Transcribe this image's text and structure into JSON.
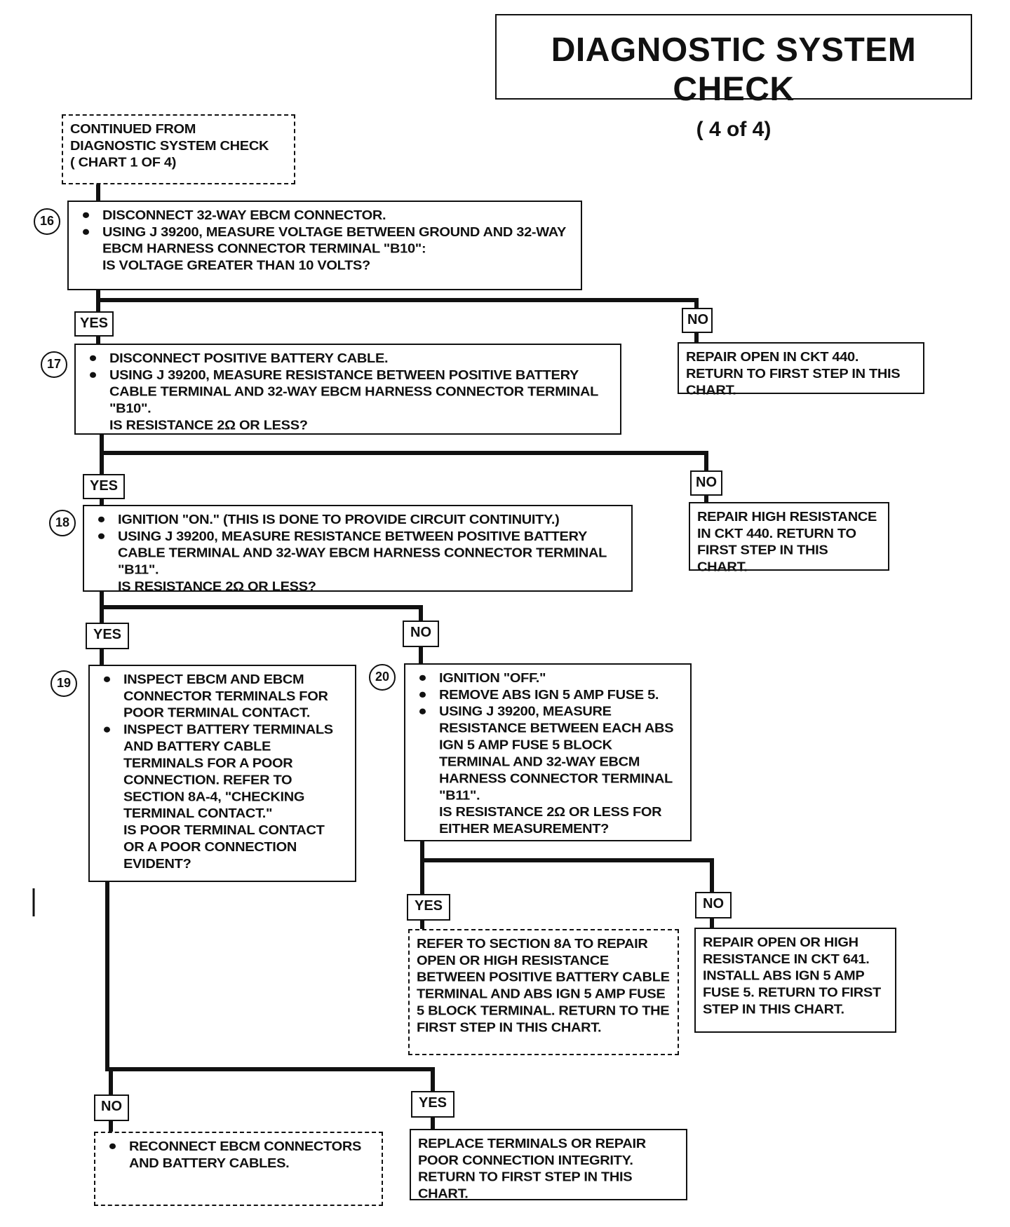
{
  "title": {
    "main": "DIAGNOSTIC SYSTEM CHECK",
    "sub": "( 4 of 4)"
  },
  "continued": {
    "lines": [
      "CONTINUED FROM",
      "DIAGNOSTIC SYSTEM CHECK",
      "( CHART 1 OF 4)"
    ]
  },
  "steps": {
    "s16": {
      "number": "16",
      "bullets": [
        "DISCONNECT 32-WAY EBCM CONNECTOR.",
        "USING J 39200, MEASURE VOLTAGE BETWEEN GROUND AND 32-WAY EBCM HARNESS CONNECTOR TERMINAL \"B10\":"
      ],
      "question": "IS VOLTAGE GREATER THAN 10 VOLTS?"
    },
    "s17": {
      "number": "17",
      "bullets": [
        "DISCONNECT POSITIVE BATTERY CABLE.",
        "USING J 39200, MEASURE RESISTANCE BETWEEN POSITIVE BATTERY CABLE TERMINAL AND 32-WAY EBCM HARNESS CONNECTOR TERMINAL \"B10\"."
      ],
      "question": "IS RESISTANCE 2Ω OR LESS?"
    },
    "s18": {
      "number": "18",
      "bullets": [
        "IGNITION \"ON.\"  (THIS IS DONE TO PROVIDE CIRCUIT CONTINUITY.)",
        "USING J 39200, MEASURE RESISTANCE BETWEEN POSITIVE BATTERY CABLE TERMINAL AND 32-WAY EBCM HARNESS CONNECTOR TERMINAL \"B11\"."
      ],
      "question": "IS RESISTANCE 2Ω OR LESS?"
    },
    "s19": {
      "number": "19",
      "bullets": [
        "INSPECT EBCM AND EBCM CONNECTOR TERMINALS FOR POOR TERMINAL CONTACT.",
        "INSPECT BATTERY TERMINALS AND BATTERY CABLE TERMINALS FOR A POOR CONNECTION. REFER TO SECTION 8A-4, \"CHECKING TERMINAL CONTACT.\""
      ],
      "question": "IS POOR TERMINAL CONTACT OR A POOR CONNECTION EVIDENT?"
    },
    "s20": {
      "number": "20",
      "bullets": [
        "IGNITION \"OFF.\"",
        "REMOVE ABS IGN 5 AMP FUSE 5.",
        "USING J 39200, MEASURE RESISTANCE BETWEEN EACH ABS IGN 5 AMP FUSE 5 BLOCK TERMINAL AND 32-WAY EBCM HARNESS CONNECTOR TERMINAL \"B11\"."
      ],
      "question": "IS RESISTANCE 2Ω OR LESS FOR EITHER MEASUREMENT?"
    }
  },
  "results": {
    "r16_no": "REPAIR OPEN IN CKT 440.  RETURN TO FIRST STEP IN THIS CHART.",
    "r17_no": "REPAIR HIGH RESISTANCE IN CKT 440.  RETURN TO FIRST STEP IN THIS CHART.",
    "r20_yes": "REFER TO SECTION 8A TO REPAIR OPEN OR HIGH RESISTANCE BETWEEN POSITIVE BATTERY CABLE TERMINAL AND ABS IGN 5 AMP FUSE 5 BLOCK TERMINAL.  RETURN TO THE FIRST STEP IN THIS CHART.",
    "r20_no": "REPAIR OPEN OR HIGH RESISTANCE IN CKT 641. INSTALL ABS IGN 5 AMP FUSE 5.  RETURN TO FIRST STEP IN THIS CHART.",
    "r19_no": "RECONNECT EBCM CONNECTORS AND BATTERY CABLES.",
    "r19_yes": "REPLACE TERMINALS OR REPAIR POOR CONNECTION INTEGRITY. RETURN TO FIRST STEP IN THIS CHART."
  },
  "labels": {
    "yes": "YES",
    "no": "NO"
  }
}
